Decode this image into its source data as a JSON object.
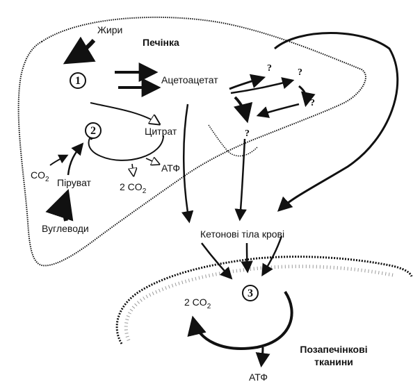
{
  "labels": {
    "fats": "Жири",
    "liver": "Печінка",
    "acetoacetate": "Ацетоацетат",
    "citrate": "Цитрат",
    "atp_liver": "АТФ",
    "co2_liver_prefix": "2 CO",
    "co2_liver_sub": "2",
    "co2_left_prefix": "CO",
    "co2_left_sub": "2",
    "pyruvate": "Піруват",
    "carbohydrates": "Вуглеводи",
    "blood_ketones": "Кетонові тіла крові",
    "co2_tissue_prefix": "2 CO",
    "co2_tissue_sub": "2",
    "atp_tissue": "АТФ",
    "extrahepatic_line1": "Позапечінкові",
    "extrahepatic_line2": "тканини",
    "question": "?"
  },
  "markers": {
    "step1": "1",
    "step2": "2",
    "step3": "3"
  }
}
